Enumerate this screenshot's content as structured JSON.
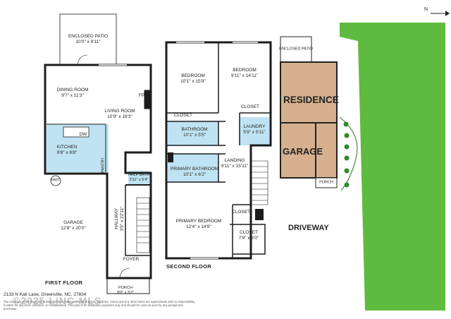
{
  "title_address": "2133 N Kali Lane, Greenville, NC, 27834",
  "disclaimer": "The accuracy of the floor plan contained here, measurements of doors, windows, rooms and any other items are approximate and no responsibility is taken for any error, omission, or misstatement. This plan is for illustrative purposes only and should be used as such by any prospective purchaser.",
  "watermark": "©2025 LiNC-MLS",
  "compass": "N",
  "first_floor": {
    "label": "FIRST FLOOR",
    "rooms": {
      "enclosed_patio": {
        "name": "ENCLOSED PATIO",
        "dims": "10'0\" x 9'11\""
      },
      "dining_room": {
        "name": "DINING ROOM",
        "dims": "9'7\" x 11'3\""
      },
      "living_room": {
        "name": "LIVING ROOM",
        "dims": "10'9\" x 18'3\""
      },
      "fp": "FP",
      "dw": "DW",
      "kitchen": {
        "name": "KITCHEN",
        "dims": "9'8\" x 9'8\""
      },
      "pantry": "PANTRY",
      "half_bath": {
        "name": "HALF BATH",
        "dims": "3'11\" x 5'4\""
      },
      "hwt": "HWT",
      "garage": {
        "name": "GARAGE",
        "dims": "12'8\" x 20'0\""
      },
      "hallway": {
        "name": "HALLWAY",
        "dims": "3'5\" x 22'11\""
      },
      "foyer": "FOYER",
      "porch": {
        "name": "PORCH",
        "dims": "8'0\" x 3'2\""
      }
    }
  },
  "second_floor": {
    "label": "SECOND FLOOR",
    "rooms": {
      "bedroom_1": {
        "name": "BEDROOM",
        "dims": "10'1\" x 15'9\""
      },
      "bedroom_2": {
        "name": "BEDROOM",
        "dims": "9'11\" x 14'11\""
      },
      "closet_1": "CLOSET",
      "closet_2": "CLOSET",
      "bathroom": {
        "name": "BATHROOM",
        "dims": "10'1\" x 5'5\""
      },
      "laundry": {
        "name": "LAUNDRY",
        "dims": "5'9\" x 5'11\""
      },
      "primary_bathroom": {
        "name": "PRIMARY BATHROOM",
        "dims": "10'1\" x 6'2\""
      },
      "landing": {
        "name": "LANDING",
        "dims": "9'11\" x 15'11\""
      },
      "closet_3": "CLOSET",
      "primary_bedroom": {
        "name": "PRIMARY BEDROOM",
        "dims": "12'4\" x 14'8\""
      },
      "closet_4": {
        "name": "CLOSET",
        "dims": "7'9\" x 6'0\""
      }
    }
  },
  "site_plan": {
    "enclosed_patio": "ENCLOSED PATIO",
    "residence": "RESIDENCE",
    "garage": "GARAGE",
    "porch": "PORCH",
    "driveway": "DRIVEWAY",
    "colors": {
      "lawn": "#5fbb3f",
      "residence": "#d6b08f",
      "driveway": "#ffffff",
      "outline": "#222222"
    }
  },
  "colors": {
    "kitchen_bath_blue": "#bfe3f2",
    "wall": "#1c1c1c"
  }
}
